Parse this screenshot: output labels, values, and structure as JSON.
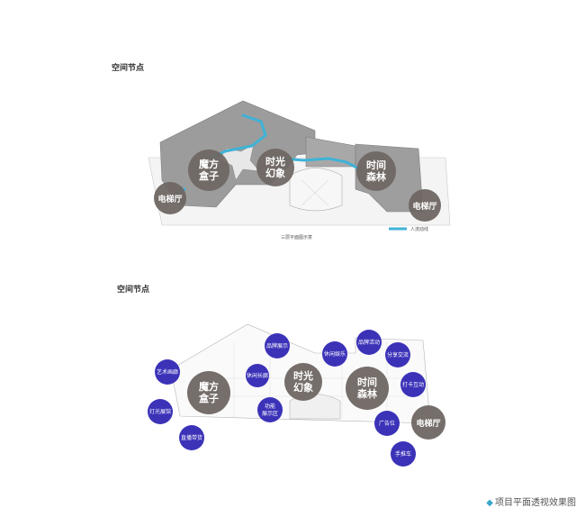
{
  "top_section": {
    "title": "空间节点"
  },
  "bottom_section": {
    "title": "空间节点"
  },
  "top_plan": {
    "caption": "三层平面图示意",
    "legend_label": "人流动线",
    "nodes": [
      {
        "id": "mofang",
        "line1": "魔方",
        "line2": "盒子"
      },
      {
        "id": "shiguang",
        "line1": "时光",
        "line2": "幻象"
      },
      {
        "id": "shijian",
        "line1": "时间",
        "line2": "森林"
      },
      {
        "id": "dianti_l",
        "line1": "电梯厅",
        "line2": ""
      },
      {
        "id": "dianti_r",
        "line1": "电梯厅",
        "line2": ""
      }
    ]
  },
  "bottom_plan": {
    "nodes": [
      {
        "id": "mofang",
        "line1": "魔方",
        "line2": "盒子"
      },
      {
        "id": "shiguang",
        "line1": "时光",
        "line2": "幻象"
      },
      {
        "id": "shijian",
        "line1": "时间",
        "line2": "森林"
      },
      {
        "id": "dianti",
        "line1": "电梯厅",
        "line2": ""
      }
    ],
    "tags": [
      {
        "id": "t1",
        "line1": "艺术画廊",
        "line2": ""
      },
      {
        "id": "t2",
        "line1": "灯光展馆",
        "line2": ""
      },
      {
        "id": "t3",
        "line1": "直播带货",
        "line2": ""
      },
      {
        "id": "t4",
        "line1": "品牌展示",
        "line2": ""
      },
      {
        "id": "t5",
        "line1": "休闲长廊",
        "line2": ""
      },
      {
        "id": "t6",
        "line1": "功能",
        "line2": "展示区"
      },
      {
        "id": "t7",
        "line1": "休闲娱乐",
        "line2": ""
      },
      {
        "id": "t8",
        "line1": "品牌活动",
        "line2": ""
      },
      {
        "id": "t9",
        "line1": "分享交流",
        "line2": ""
      },
      {
        "id": "t10",
        "line1": "打卡互动",
        "line2": ""
      },
      {
        "id": "t11",
        "line1": "广告位",
        "line2": ""
      },
      {
        "id": "t12",
        "line1": "手推车",
        "line2": ""
      }
    ]
  },
  "caption": {
    "text": "项目平面透视效果图"
  },
  "colors": {
    "tag": "#3b32b8",
    "node": "#6e6662",
    "flow": "#3fb2d6",
    "floor": "#a9a9a9"
  }
}
